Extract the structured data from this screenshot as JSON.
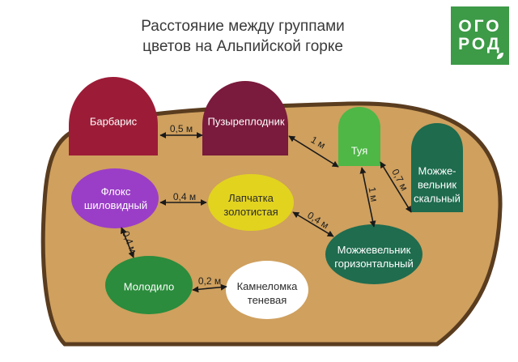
{
  "title": {
    "line1": "Расстояние между группами",
    "line2": "цветов на Альпийской горке"
  },
  "logo": {
    "line1": "ОГО",
    "line2": "РОД",
    "icon": "leaf-icon"
  },
  "plants": {
    "barbaris": "Барбарис",
    "puzyreplodnik": "Пузыреплодник",
    "tuya": "Туя",
    "mozhzhevelnik_skalny": [
      "Можже-",
      "вельник",
      "скальный"
    ],
    "floks": [
      "Флокс",
      "шиловидный"
    ],
    "lapchatka": [
      "Лапчатка",
      "золотистая"
    ],
    "mozhzhevelnik_gor": [
      "Можжевельник",
      "горизонтальный"
    ],
    "molodilo": "Молодило",
    "kamnelomka": [
      "Камнеломка",
      "теневая"
    ]
  },
  "distances": {
    "barbaris_puzyreplodnik": "0,5 м",
    "puzyreplodnik_tuya": "1 м",
    "tuya_mozhzhevelnik_skalny": "0,7 м",
    "tuya_mozhzhevelnik_gor": "1 м",
    "floks_lapchatka": "0,4 м",
    "lapchatka_mozhzhevelnik_gor": "0,4 м",
    "floks_molodilo": "0,4 м",
    "molodilo_kamnelomka": "0,2 м"
  },
  "colors": {
    "ground": "#cfa05e",
    "ground_border": "#5a3c1f",
    "barbaris": "#9c1c37",
    "puzyreplodnik": "#7a1a3c",
    "tuya": "#4eb746",
    "mozhzhevelnik_skalny": "#1e6b4e",
    "floks": "#9a3ec7",
    "lapchatka": "#e2d31f",
    "mozhzhevelnik_gor": "#1f6c4f",
    "molodilo": "#2a8c3c",
    "kamnelomka": "#ffffff",
    "logo": "#3d9a47"
  }
}
